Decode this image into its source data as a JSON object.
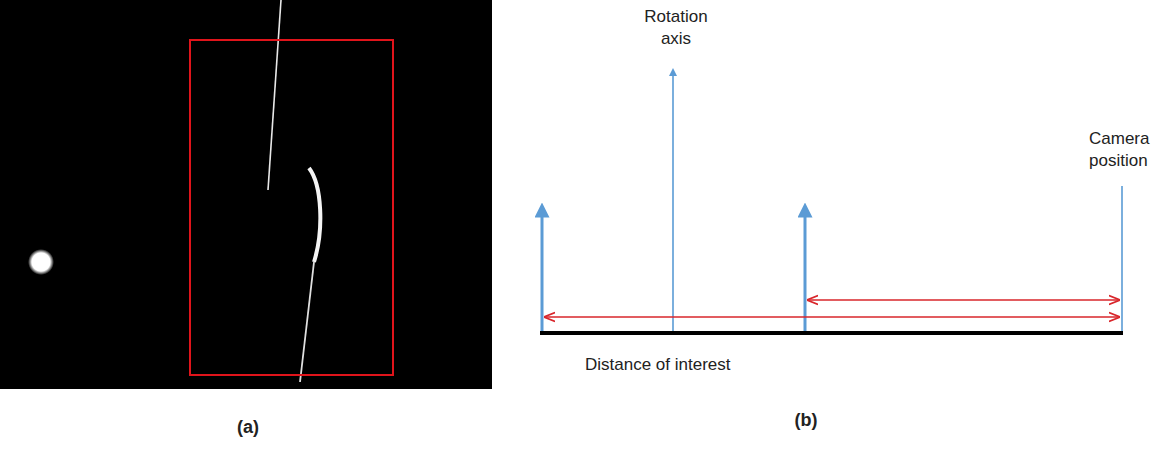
{
  "diagram": {
    "labels": [
      "Rotation axis",
      "Camera position",
      "Distance of interest",
      "(a)",
      "(b)"
    ]
  }
}
